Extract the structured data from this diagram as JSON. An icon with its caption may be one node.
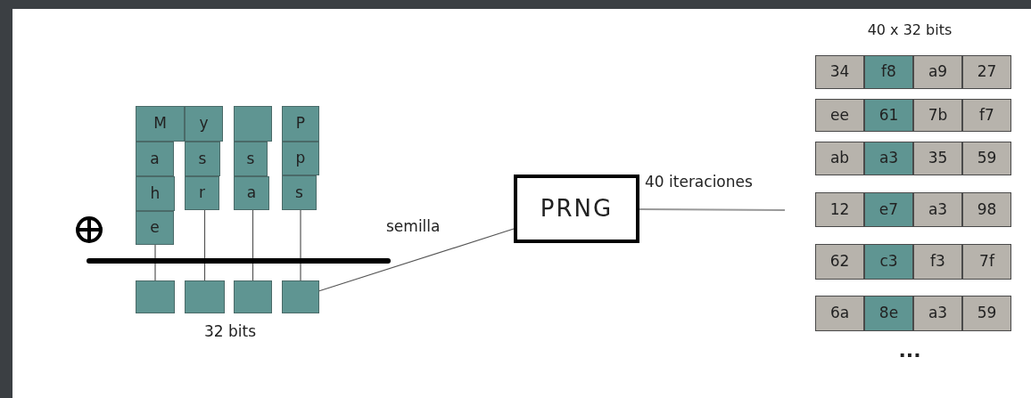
{
  "diagram": {
    "nodes": [
      {
        "text": [
          "M"
        ]
      },
      {
        "text": [
          "y"
        ]
      },
      {
        "text": [],
        "shape": "box"
      },
      {
        "text": [
          "P"
        ]
      },
      {
        "text": [
          "a"
        ]
      },
      {
        "text": [
          "s"
        ]
      },
      {
        "text": [
          "s"
        ]
      },
      {
        "text": [
          "p"
        ]
      },
      {
        "text": [
          "h"
        ]
      },
      {
        "text": [
          "r"
        ]
      },
      {
        "text": [
          "a"
        ]
      },
      {
        "text": [
          "s"
        ]
      },
      {
        "text": [
          "e"
        ]
      },
      {
        "text": [],
        "shape": "box"
      },
      {
        "text": [],
        "shape": "box"
      },
      {
        "text": [],
        "shape": "box"
      },
      {
        "text": [],
        "shape": "box"
      },
      {
        "text": [
          "PRNG"
        ]
      },
      {
        "text": [
          "34"
        ]
      },
      {
        "text": [
          "f8"
        ]
      },
      {
        "text": [
          "a9"
        ]
      },
      {
        "text": [
          "27"
        ]
      },
      {
        "text": [
          "ee"
        ]
      },
      {
        "text": [
          "61"
        ]
      },
      {
        "text": [
          "7b"
        ]
      },
      {
        "text": [
          "f7"
        ]
      },
      {
        "text": [
          "ab"
        ]
      },
      {
        "text": [
          "a3"
        ]
      },
      {
        "text": [
          "35"
        ]
      },
      {
        "text": [
          "59"
        ]
      },
      {
        "text": [
          "12"
        ]
      },
      {
        "text": [
          "e7"
        ]
      },
      {
        "text": [
          "a3"
        ]
      },
      {
        "text": [
          "98"
        ]
      },
      {
        "text": [
          "62"
        ]
      },
      {
        "text": [
          "c3"
        ]
      },
      {
        "text": [
          "f3"
        ]
      },
      {
        "text": [
          "7f"
        ]
      },
      {
        "text": [
          "6a"
        ]
      },
      {
        "text": [
          "8e"
        ]
      },
      {
        "text": [
          "a3"
        ]
      },
      {
        "text": [
          "59"
        ]
      }
    ],
    "edges": [
      {
        "from": 12,
        "to": 13,
        "arrow": "none"
      },
      {
        "from": 9,
        "to": 14,
        "arrow": "none"
      },
      {
        "from": 10,
        "to": 15,
        "arrow": "none"
      },
      {
        "from": 11,
        "to": 16,
        "arrow": "none"
      },
      {
        "from": 16,
        "to": 17,
        "arrow": "none",
        "label": "semilla"
      },
      {
        "from": 17,
        "to": null,
        "arrow": "none",
        "label": "40 iteraciones",
        "color": "#999999"
      }
    ],
    "labels": [
      "32 bits",
      "40 x 32 bits",
      "..."
    ]
  }
}
